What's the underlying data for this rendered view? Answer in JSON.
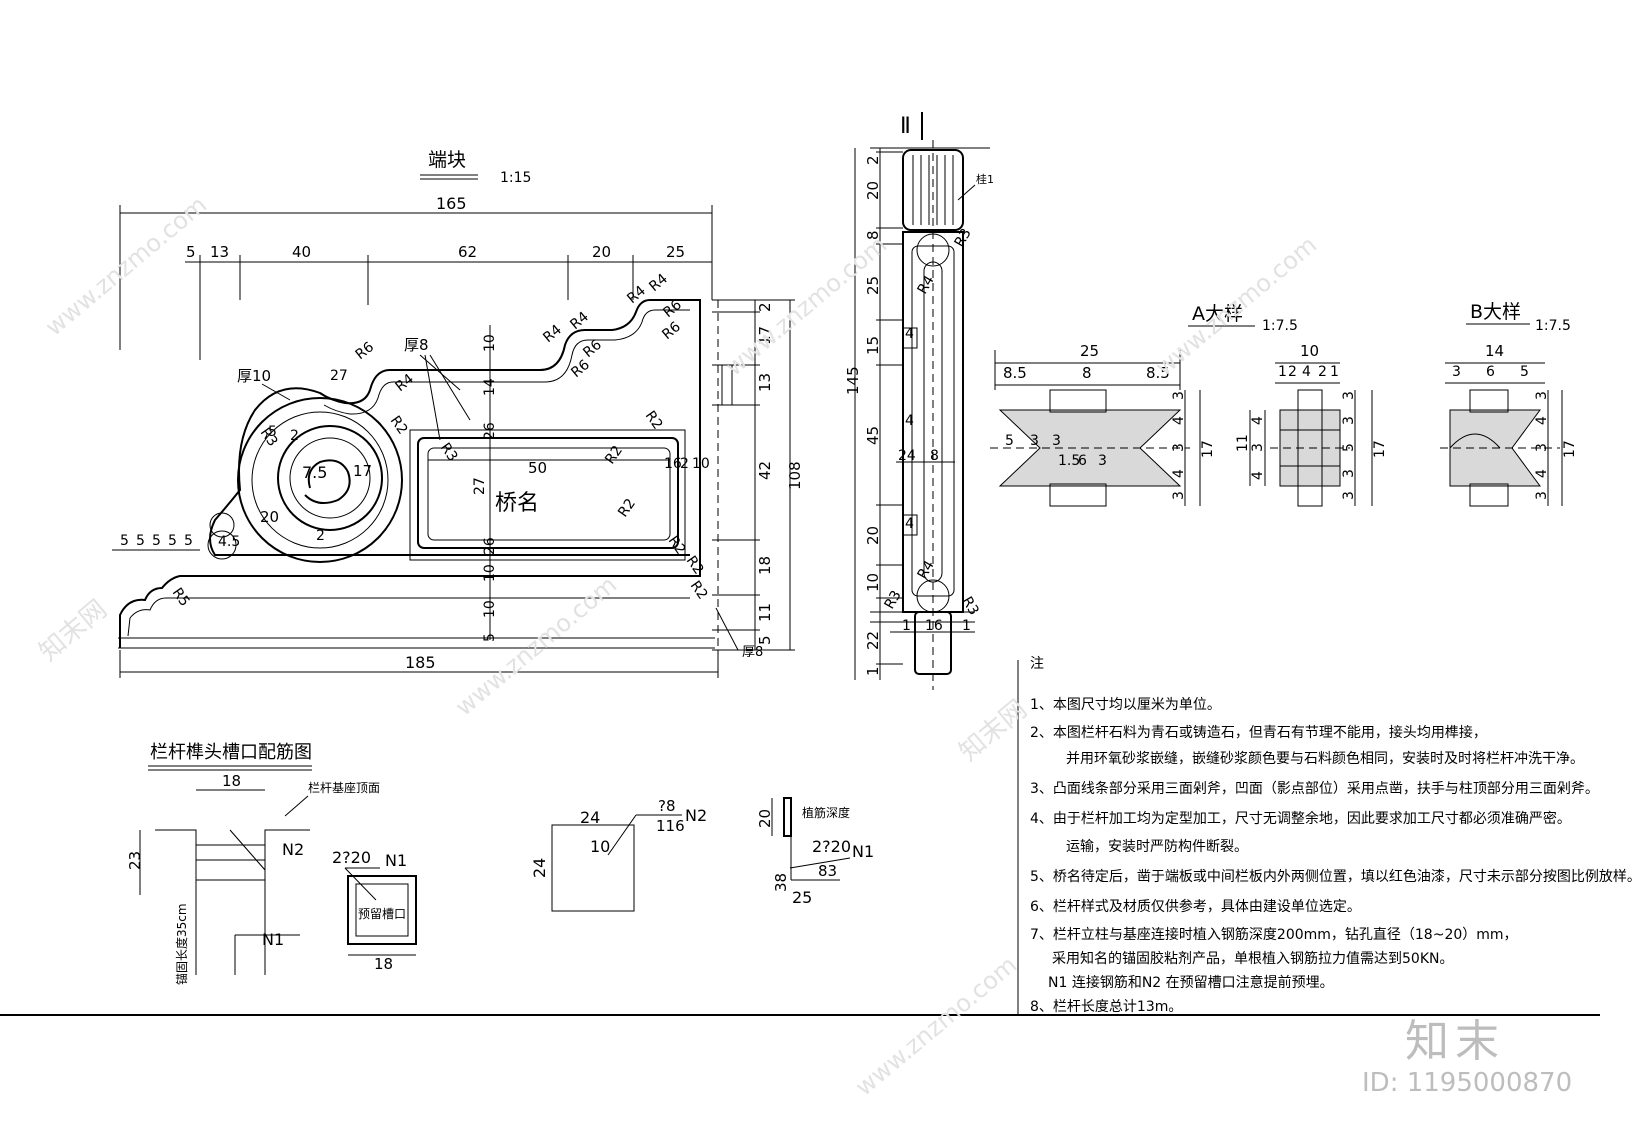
{
  "end_block": {
    "title": "端块",
    "scale": "1:15",
    "dims_top": {
      "total": "165",
      "parts": [
        "5",
        "13",
        "40",
        "62",
        "20",
        "25"
      ]
    },
    "dims_right": [
      "2",
      "17",
      "13",
      "42",
      "18",
      "11",
      "5"
    ],
    "dim_right_total": "108",
    "dims_center_v": [
      "10",
      "14",
      "26",
      "27",
      "26",
      "10",
      "10",
      "5"
    ],
    "dims_left_small": [
      "5",
      "5",
      "5",
      "5",
      "5"
    ],
    "dim_bottom": "185",
    "inner_width": "50",
    "inner_right": [
      "16",
      "2",
      "10"
    ],
    "radii": [
      "R6",
      "R4",
      "R4",
      "R6",
      "R4",
      "R6",
      "R6",
      "R6",
      "R4",
      "R4",
      "R2",
      "R3",
      "R2",
      "R2",
      "R2",
      "R2",
      "R2",
      "R2",
      "R3",
      "R5"
    ],
    "labels": {
      "thick8": "厚8",
      "thick10": "厚10",
      "bridge_name": "桥名",
      "r7_5": "7.5",
      "d17": "17",
      "d27": "27",
      "d20": "20",
      "d4_5": "4.5",
      "d5": "5",
      "d2a": "2",
      "d2b": "2",
      "thick8_bottom": "厚8"
    }
  },
  "post": {
    "section_mark": "Ⅱ",
    "label_top": "桂1",
    "dims_left": [
      "2",
      "20",
      "8",
      "25",
      "15",
      "45",
      "20",
      "10",
      "22",
      "1"
    ],
    "dim_total": "145",
    "dims_inner": [
      "4",
      "4",
      "4",
      "24",
      "8"
    ],
    "radii": [
      "R3",
      "R4",
      "R4",
      "R3",
      "R3"
    ],
    "dims_bottom": [
      "1",
      "16",
      "1"
    ]
  },
  "detail_a": {
    "title": "A大样",
    "scale": "1:7.5",
    "dims_top": {
      "total": "25",
      "parts": [
        "8.5",
        "8",
        "8.5"
      ]
    },
    "dims_right": [
      "3",
      "4",
      "3",
      "4",
      "3"
    ],
    "dim_right_total": "17",
    "inner": [
      "5",
      "3",
      "3",
      "1.5",
      "6",
      "3"
    ]
  },
  "detail_mid": {
    "dims_top": {
      "total": "10",
      "parts": [
        "1",
        "2",
        "4",
        "2",
        "1"
      ]
    },
    "dims_left": [
      "4",
      "3",
      "4"
    ],
    "dim_left_total": "11",
    "dims_right": [
      "3",
      "3",
      "5",
      "3",
      "3"
    ],
    "dim_right_total": "17"
  },
  "detail_b": {
    "title": "B大样",
    "scale": "1:7.5",
    "dims_top": {
      "total": "14",
      "parts": [
        "3",
        "6",
        "5"
      ]
    },
    "dims_right": [
      "3",
      "4",
      "3",
      "4",
      "3"
    ],
    "dim_right_total": "17"
  },
  "rebar": {
    "title": "栏杆榫头槽口配筋图",
    "top_label": "栏杆基座顶面",
    "dim_18a": "18",
    "dim_23": "23",
    "n2": "N2",
    "n1_spec": "2?20",
    "n1": "N1",
    "n1_bottom": "N1",
    "anchor_len": "锚固长度35cm",
    "groove": "预留槽口",
    "dim_18b": "18"
  },
  "n2_detail": {
    "spec": "?8",
    "len": "116",
    "name": "N2",
    "dim_24a": "24",
    "dim_24b": "24",
    "dim_10": "10"
  },
  "n1_detail": {
    "depth_label": "植筋深度",
    "dim_20": "20",
    "spec": "2?20",
    "name": "N1",
    "len": "83",
    "dim_38": "38",
    "dim_25": "25"
  },
  "notes": {
    "title": "注",
    "items": [
      "1、本图尺寸均以厘米为单位。",
      "2、本图栏杆石料为青石或铸造石，但青石有节理不能用，接头均用榫接，",
      "并用环氧砂浆嵌缝，嵌缝砂浆颜色要与石料颜色相同，安装时及时将栏杆冲洗干净。",
      "3、凸面线条部分采用三面剁斧，凹面（影点部位）采用点凿，扶手与柱顶部分用三面剁斧。",
      "4、由于栏杆加工均为定型加工，尺寸无调整余地，因此要求加工尺寸都必须准确严密。",
      "运输，安装时严防构件断裂。",
      "5、桥名待定后，凿于端板或中间栏板内外两侧位置，填以红色油漆，尺寸未示部分按图比例放样。",
      "6、栏杆样式及材质仅供参考，具体由建设单位选定。",
      "7、栏杆立柱与基座连接时植入钢筋深度200mm，钻孔直径（18~20）mm，",
      "采用知名的锚固胶粘剂产品，单根植入钢筋拉力值需达到50KN。",
      "N1 连接钢筋和N2 在预留槽口注意提前预埋。",
      "8、栏杆长度总计13m。"
    ]
  },
  "watermark": {
    "site": "www.znzmo.com",
    "brand": "知末网",
    "logo": "知末",
    "id": "ID: 1195000870"
  }
}
